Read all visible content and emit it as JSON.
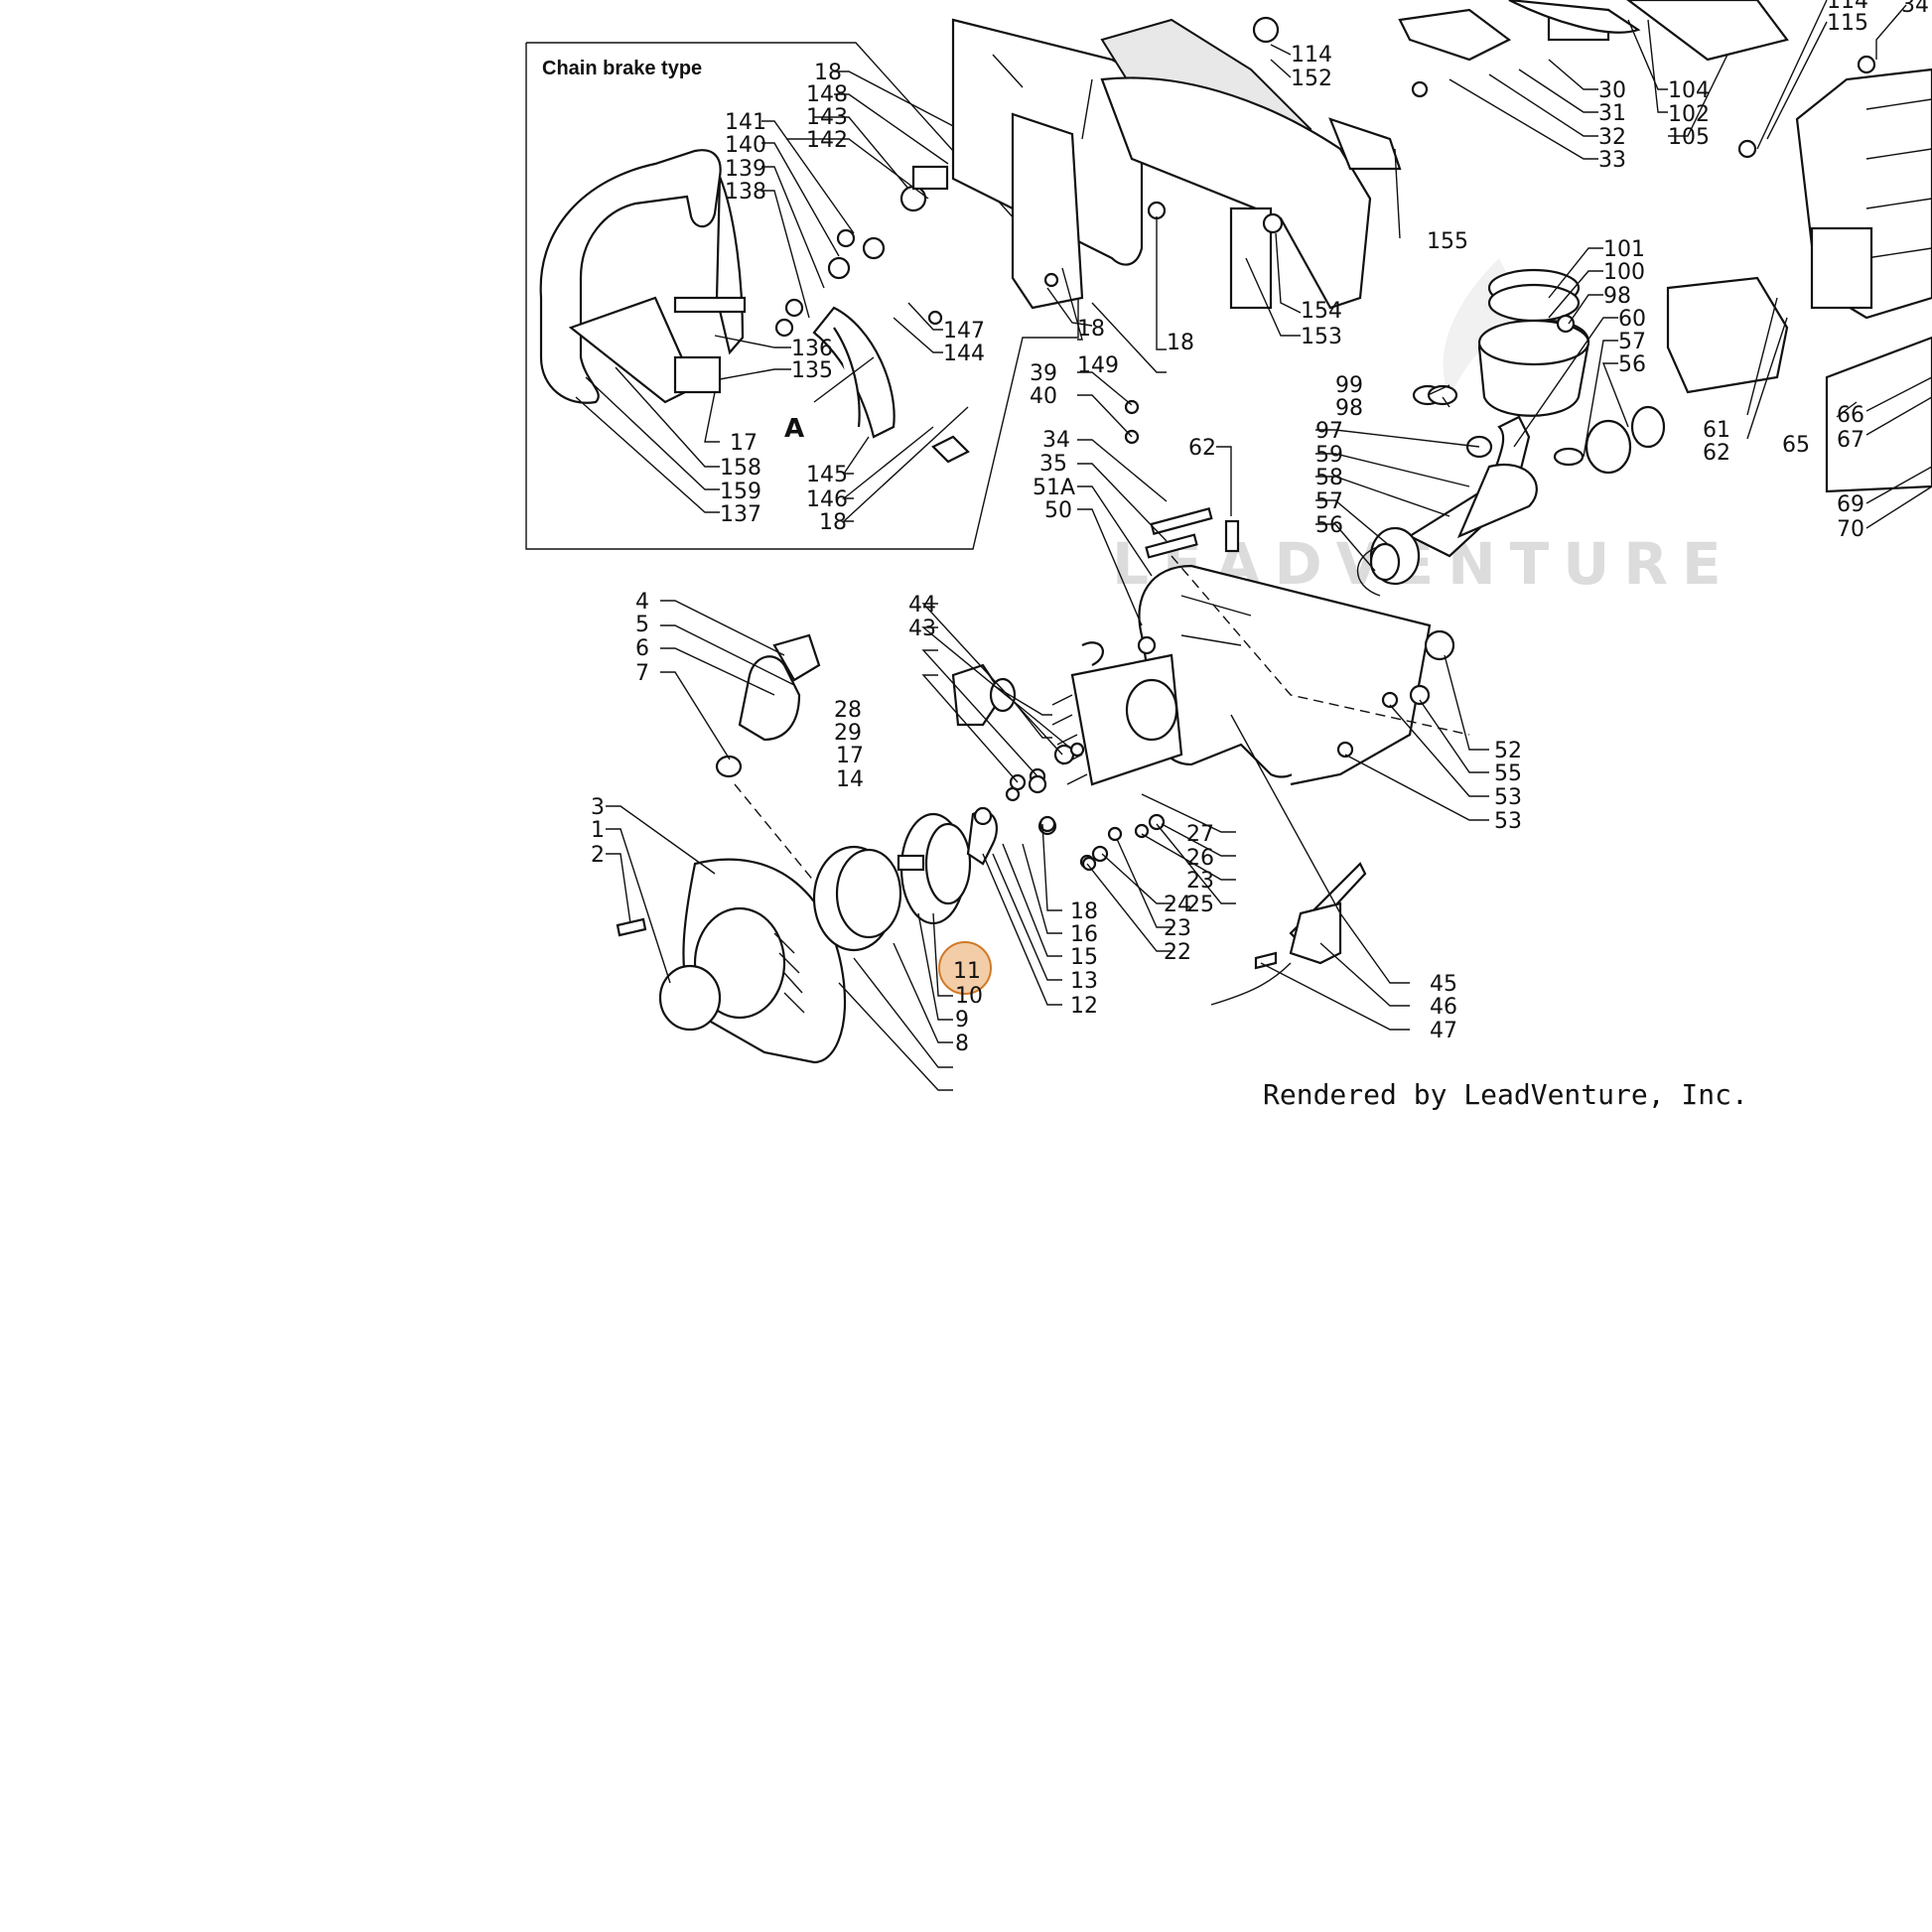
{
  "watermark": "LEADVENTURE",
  "credit": "Rendered by LeadVenture, Inc.",
  "inset": {
    "title": "Chain brake type",
    "letter": "A"
  },
  "highlight": {
    "label": "11",
    "color": "#e8a45e"
  },
  "labels": [
    "18",
    "148",
    "143",
    "142",
    "141",
    "140",
    "139",
    "138",
    "136",
    "135",
    "17",
    "158",
    "159",
    "137",
    "147",
    "144",
    "145",
    "146",
    "18",
    "18",
    "149",
    "18",
    "114",
    "152",
    "155",
    "154",
    "153",
    "30",
    "31",
    "32",
    "33",
    "104",
    "102",
    "105",
    "114",
    "115",
    "34",
    "101",
    "100",
    "98",
    "60",
    "57",
    "56",
    "99",
    "98",
    "97",
    "59",
    "58",
    "57",
    "56",
    "61",
    "62",
    "65",
    "66",
    "67",
    "69",
    "70",
    "39",
    "40",
    "34",
    "35",
    "51A",
    "50",
    "62",
    "44",
    "43",
    "4",
    "5",
    "6",
    "7",
    "28",
    "29",
    "17",
    "14",
    "3",
    "1",
    "2",
    "27",
    "26",
    "23",
    "25",
    "24",
    "23",
    "22",
    "18",
    "16",
    "15",
    "13",
    "12",
    "10",
    "9",
    "8",
    "52",
    "55",
    "53",
    "53",
    "45",
    "46",
    "47"
  ]
}
